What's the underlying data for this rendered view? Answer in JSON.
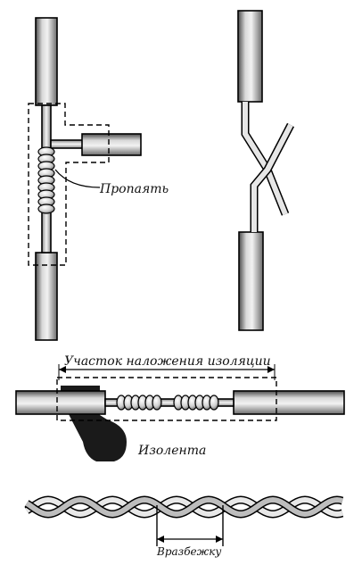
{
  "labels": {
    "solder": "Пропаять",
    "insulation_area": "Участок наложения изоляции",
    "tape": "Изолента",
    "staggered": "Вразбежку"
  }
}
